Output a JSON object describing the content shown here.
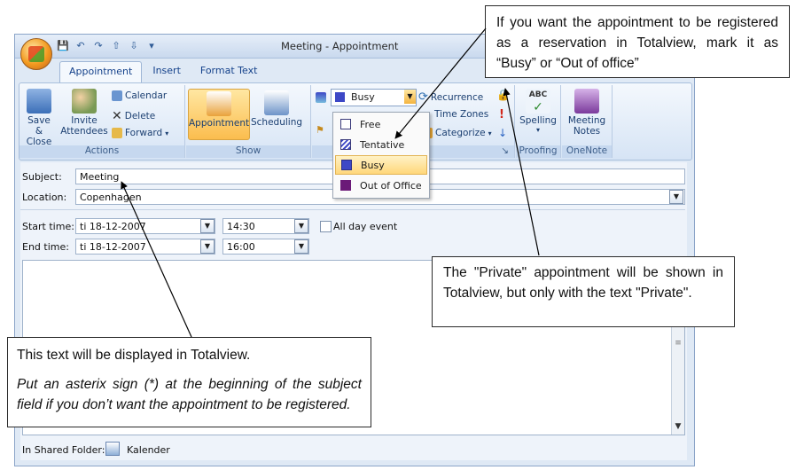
{
  "window": {
    "title": "Meeting - Appointment"
  },
  "tabs": [
    {
      "label": "Appointment",
      "active": true
    },
    {
      "label": "Insert",
      "active": false
    },
    {
      "label": "Format Text",
      "active": false
    }
  ],
  "ribbon": {
    "actions": {
      "label": "Actions",
      "save_close": "Save & Close",
      "save_line1": "Save &",
      "save_line2": "Close",
      "invite_line1": "Invite",
      "invite_line2": "Attendees",
      "calendar": "Calendar",
      "delete": "Delete",
      "forward": "Forward"
    },
    "show": {
      "label": "Show",
      "appointment": "Appointment",
      "scheduling": "Scheduling"
    },
    "options": {
      "show_as_value": "Busy",
      "recurrence": "Recurrence",
      "time_zones": "Time Zones",
      "categorize": "Categorize"
    },
    "proofing": {
      "label": "Proofing",
      "spelling": "Spelling"
    },
    "onenote": {
      "label": "OneNote",
      "notes_line1": "Meeting",
      "notes_line2": "Notes"
    }
  },
  "show_as_menu": [
    {
      "label": "Free",
      "color": "#ffffff",
      "selected": false
    },
    {
      "label": "Tentative",
      "color": "#7b83c9",
      "selected": false
    },
    {
      "label": "Busy",
      "color": "#3d48c6",
      "selected": true
    },
    {
      "label": "Out of Office",
      "color": "#6b1a78",
      "selected": false
    }
  ],
  "form": {
    "subject_label": "Subject:",
    "subject_value": "Meeting",
    "location_label": "Location:",
    "location_value": "Copenhagen",
    "start_label": "Start time:",
    "start_date": "ti 18-12-2007",
    "start_time": "14:30",
    "all_day_label": "All day event",
    "end_label": "End time:",
    "end_date": "ti 18-12-2007",
    "end_time": "16:00",
    "shared_folder_label": "In Shared Folder:",
    "shared_folder_value": "Kalender"
  },
  "callouts": {
    "top": "If you want the appointment to be registered as a reservation in Totalview, mark it as “Busy” or “Out of office”",
    "private": "The \"Private\" appointment will be shown in Totalview, but only with the text \"Private\".",
    "subject_line1": "This text will be displayed in Totalview.",
    "subject_line2": "Put an asterix sign (*) at the beginning of the subject field if you don’t want the appointment to be registered."
  },
  "colors": {
    "accent": "#15428b",
    "ribbon": "#d6e4f5",
    "selected": "#ffd77a"
  }
}
